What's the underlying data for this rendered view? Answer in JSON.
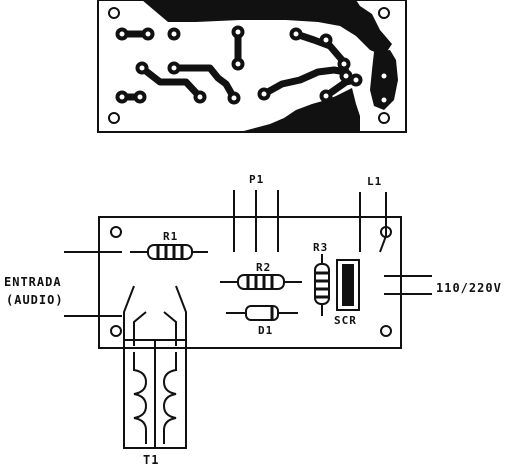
{
  "labels": {
    "entrada": "ENTRADA",
    "audio": "(AUDIO)",
    "voltage": "110/220V",
    "r1": "R1",
    "r2": "R2",
    "r3": "R3",
    "d1": "D1",
    "p1": "P1",
    "l1": "L1",
    "scr": "SCR",
    "t1": "T1"
  },
  "colors": {
    "ink": "#111111",
    "paper": "#ffffff"
  }
}
